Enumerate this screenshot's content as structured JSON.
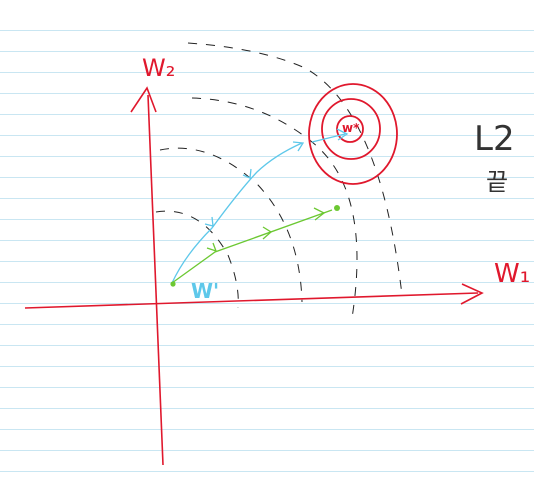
{
  "labels": {
    "w2_axis": "W₂",
    "w1_axis": "W₁",
    "w_start": "W'",
    "w_star": "w*",
    "side_note_1": "L2",
    "side_note_2": "끝"
  },
  "colors": {
    "axis": "#e0182d",
    "contour": "#e0182d",
    "path_blue": "#5ec8ea",
    "path_green": "#6cc832",
    "dash": "#222222",
    "ruled_line": "#c9e6f2",
    "side_note": "#333333"
  }
}
